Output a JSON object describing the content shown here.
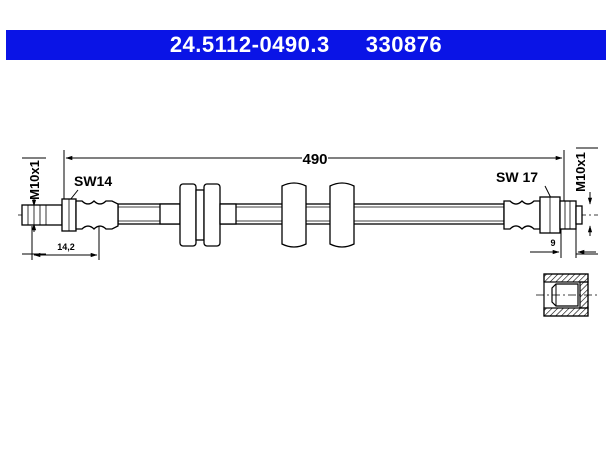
{
  "header": {
    "part_number": "24.5112-0490.3",
    "ref_number": "330876"
  },
  "dimensions": {
    "length": "490",
    "left_thread": "M10x1",
    "right_thread": "M10x1",
    "left_wrench": "SW14",
    "right_wrench": "SW 17",
    "left_fitting_length": "14,2",
    "right_fitting_length": "9"
  },
  "colors": {
    "header_bg": "#0a14e6",
    "header_text": "#ffffff",
    "line": "#000000"
  }
}
